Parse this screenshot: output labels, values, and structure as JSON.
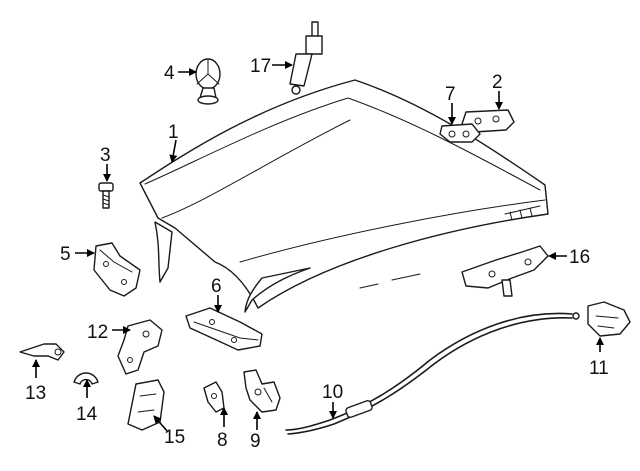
{
  "figure": {
    "background": "#ffffff",
    "line_color": "#1a1a1a"
  },
  "callouts": {
    "c1": "1",
    "c2": "2",
    "c3": "3",
    "c4": "4",
    "c5": "5",
    "c6": "6",
    "c7": "7",
    "c8": "8",
    "c9": "9",
    "c10": "10",
    "c11": "11",
    "c12": "12",
    "c13": "13",
    "c14": "14",
    "c15": "15",
    "c16": "16",
    "c17": "17"
  }
}
